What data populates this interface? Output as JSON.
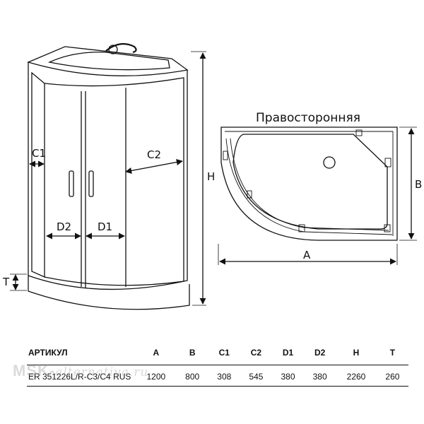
{
  "diagram": {
    "view_title": "Правосторонняя",
    "labels": {
      "c1": "C1",
      "c2": "C2",
      "d2": "D2",
      "d1": "D1",
      "h": "H",
      "t": "T",
      "a": "A",
      "b": "B"
    }
  },
  "table": {
    "headers": [
      "АРТИКУЛ",
      "A",
      "B",
      "C1",
      "C2",
      "D1",
      "D2",
      "H",
      "T"
    ],
    "rows": [
      [
        "ER 351226L/R-C3/C4 RUS",
        "1200",
        "800",
        "308",
        "545",
        "380",
        "380",
        "2260",
        "260"
      ]
    ]
  },
  "watermark": {
    "brand": "MSK-",
    "script": "alternativa.ru"
  }
}
